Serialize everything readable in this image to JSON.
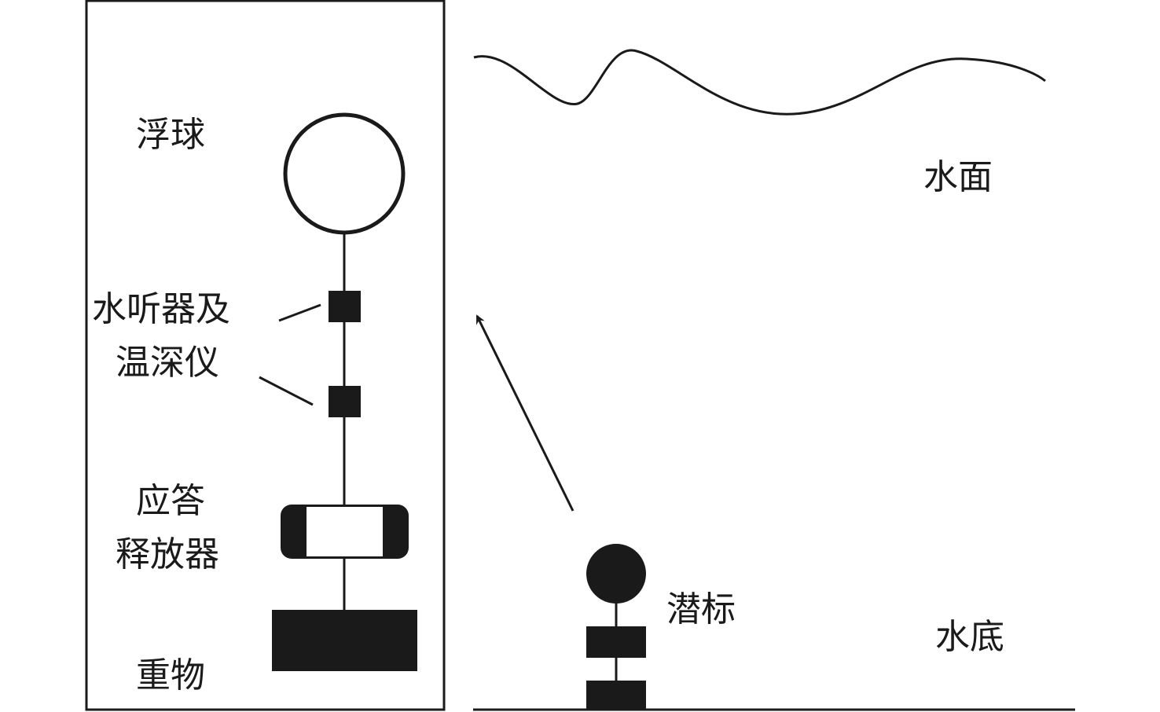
{
  "labels": {
    "float": "浮球",
    "hydrophone_line1": "水听器及",
    "hydrophone_line2": "温深仪",
    "release_line1": "应答",
    "release_line2": "释放器",
    "weight": "重物",
    "water_surface": "水面",
    "subsurface_buoy": "潜标",
    "seabed": "水底"
  },
  "colors": {
    "ink": "#1a1a1a",
    "background": "#ffffff"
  }
}
